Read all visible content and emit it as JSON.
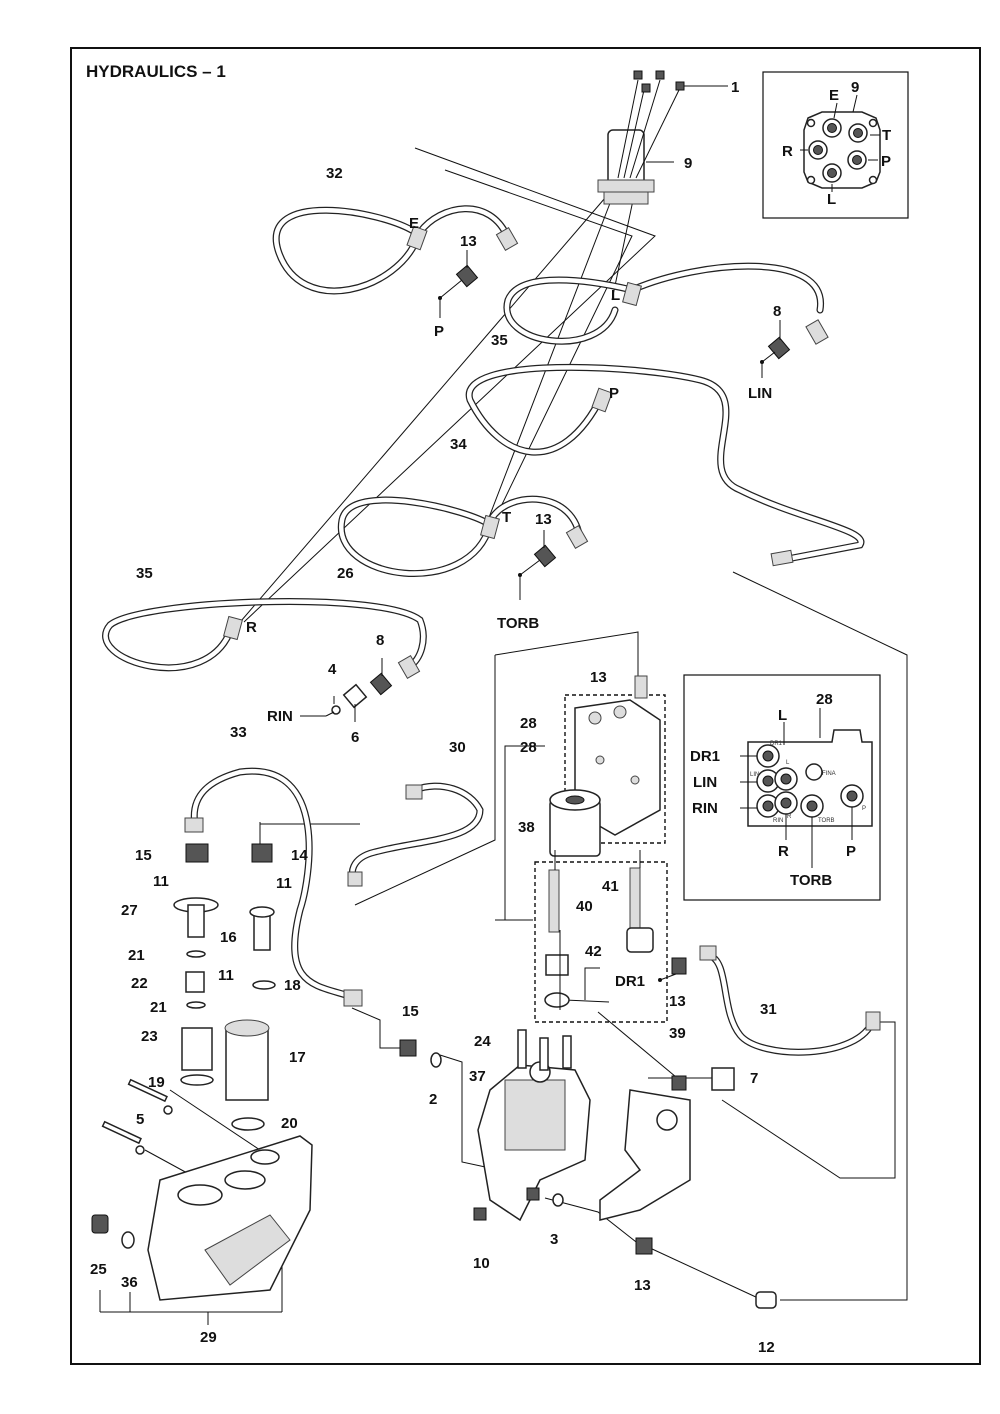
{
  "title": "HYDRAULICS – 1",
  "inset_valve_ports": {
    "labels": [
      "9",
      "E",
      "T",
      "R",
      "P",
      "L"
    ]
  },
  "inset_block_ports": {
    "labels": [
      "28",
      "L",
      "DR1",
      "LIN",
      "RIN",
      "R",
      "TORB",
      "P"
    ],
    "small_labels": [
      "DR1",
      "L",
      "LIN",
      "FINA",
      "RIN",
      "R",
      "TORB",
      "P"
    ]
  },
  "callouts": [
    "1",
    "9",
    "32",
    "E",
    "13",
    "P",
    "L",
    "35",
    "8",
    "LIN",
    "P",
    "34",
    "T",
    "13",
    "26",
    "TORB",
    "35",
    "R",
    "8",
    "4",
    "RIN",
    "6",
    "13",
    "28",
    "33",
    "30",
    "28",
    "38",
    "41",
    "40",
    "42",
    "15",
    "14",
    "11",
    "11",
    "27",
    "16",
    "21",
    "22",
    "11",
    "18",
    "21",
    "23",
    "17",
    "19",
    "5",
    "20",
    "DR1",
    "13",
    "31",
    "15",
    "2",
    "24",
    "39",
    "37",
    "7",
    "3",
    "10",
    "13",
    "25",
    "36",
    "29",
    "12"
  ]
}
